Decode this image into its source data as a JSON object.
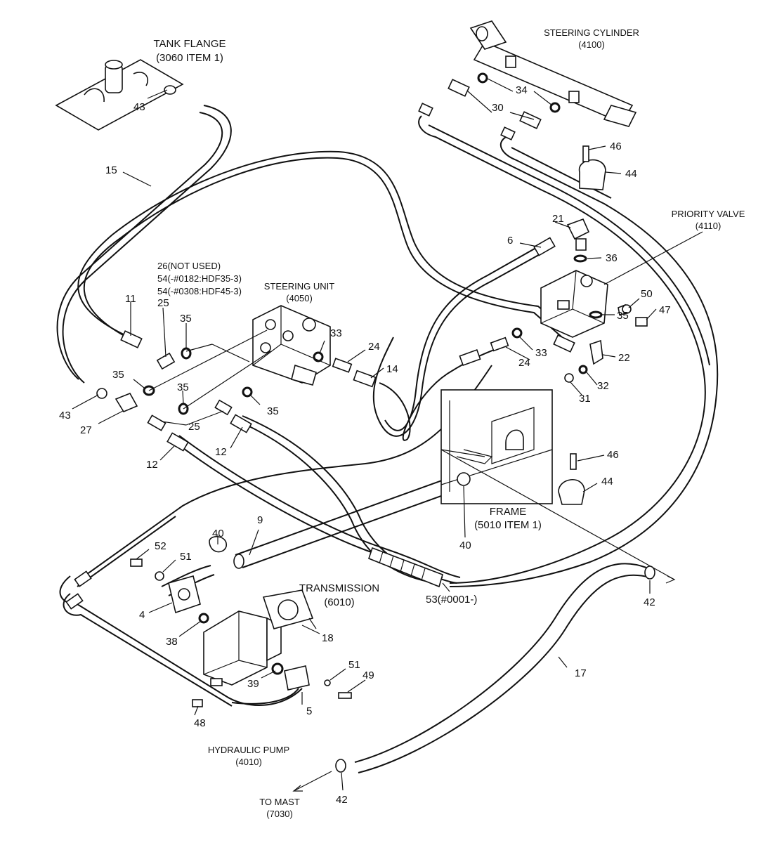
{
  "components": {
    "tank_flange": {
      "name": "TANK FLANGE",
      "ref": "(3060 ITEM 1)"
    },
    "steering_cylinder": {
      "name": "STEERING CYLINDER",
      "ref": "(4100)"
    },
    "priority_valve": {
      "name": "PRIORITY VALVE",
      "ref": "(4110)"
    },
    "steering_unit": {
      "name": "STEERING UNIT",
      "ref": "(4050)"
    },
    "frame": {
      "name": "FRAME",
      "ref": "(5010 ITEM 1)"
    },
    "transmission": {
      "name": "TRANSMISSION",
      "ref": "(6010)"
    },
    "hydraulic_pump": {
      "name": "HYDRAULIC PUMP",
      "ref": "(4010)"
    },
    "to_mast": {
      "name": "TO MAST",
      "ref": "(7030)"
    }
  },
  "notes": {
    "n26": "26(NOT USED)",
    "n54a": "54(-#0182:HDF35-3)",
    "n54b": "54(-#0308:HDF45-3)",
    "n53": "53(#0001-)"
  },
  "callouts": {
    "c43a": "43",
    "c15": "15",
    "c11": "11",
    "c25a": "25",
    "c35a": "35",
    "c35b": "35",
    "c35c": "35",
    "c35d": "35",
    "c43b": "43",
    "c27": "27",
    "c25b": "25",
    "c12a": "12",
    "c12b": "12",
    "c33a": "33",
    "c24a": "24",
    "c14": "14",
    "c34": "34",
    "c30": "30",
    "c46a": "46",
    "c44a": "44",
    "c21": "21",
    "c6": "6",
    "c36": "36",
    "c50": "50",
    "c47": "47",
    "c35e": "35",
    "c33b": "33",
    "c24b": "24",
    "c22": "22",
    "c32": "32",
    "c31": "31",
    "c46b": "46",
    "c44b": "44",
    "c40a": "40",
    "c9": "9",
    "c40b": "40",
    "c52": "52",
    "c51a": "51",
    "c4": "4",
    "c38": "38",
    "c18": "18",
    "c39": "39",
    "c51b": "51",
    "c49": "49",
    "c5": "5",
    "c48": "48",
    "c17": "17",
    "c42a": "42",
    "c42b": "42"
  }
}
